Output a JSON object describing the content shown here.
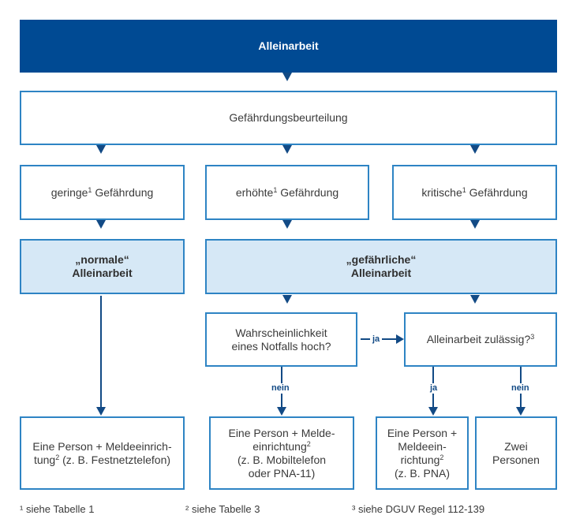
{
  "nodes": {
    "top": "Alleinarbeit",
    "assessment": "Gefährdungsbeurteilung",
    "low": {
      "word": "geringe",
      "sup": "1",
      "rest": " Gefährdung"
    },
    "elevated": {
      "word": "erhöhte",
      "sup": "1",
      "rest": " Gefährdung"
    },
    "critical": {
      "word": "kritische",
      "sup": "1",
      "rest": " Gefährdung"
    },
    "normal": {
      "line1": "„normale“",
      "line2": "Alleinarbeit"
    },
    "dangerous": {
      "line1": "„gefährliche“",
      "line2": "Alleinarbeit"
    },
    "probability": {
      "line1": "Wahrscheinlichkeit",
      "line2": "eines Notfalls hoch?"
    },
    "permitted": {
      "text": "Alleinarbeit zulässig?",
      "sup": "3"
    },
    "outcome_fixed": {
      "line1": "Eine Person + Meldeeinrich-",
      "line2a": "tung",
      "sup": "2",
      "line2b": " (z. B. Festnetztelefon)"
    },
    "outcome_mobile": {
      "line1": "Eine Person + Melde-",
      "line2": "einrichtung",
      "sup": "2",
      "line3": "(z. B. Mobiltelefon",
      "line4": "oder PNA-11)"
    },
    "outcome_pna": {
      "line1": "Eine Person +",
      "line2": "Meldeein-",
      "line3": "richtung",
      "sup": "2",
      "line4": "(z. B. PNA)"
    },
    "outcome_two": {
      "line1": "Zwei",
      "line2": "Personen"
    }
  },
  "edge_labels": {
    "yes_right": "ja",
    "no_prob": "nein",
    "yes_down": "ja",
    "no_down": "nein"
  },
  "footnotes": [
    "¹ siehe Tabelle 1",
    "² siehe Tabelle 3",
    "³ siehe DGUV Regel 112-139"
  ],
  "colors": {
    "dark_blue": "#004a93",
    "border_blue": "#2e84c4",
    "light_fill": "#d6e8f6",
    "arrow": "#124a85"
  }
}
